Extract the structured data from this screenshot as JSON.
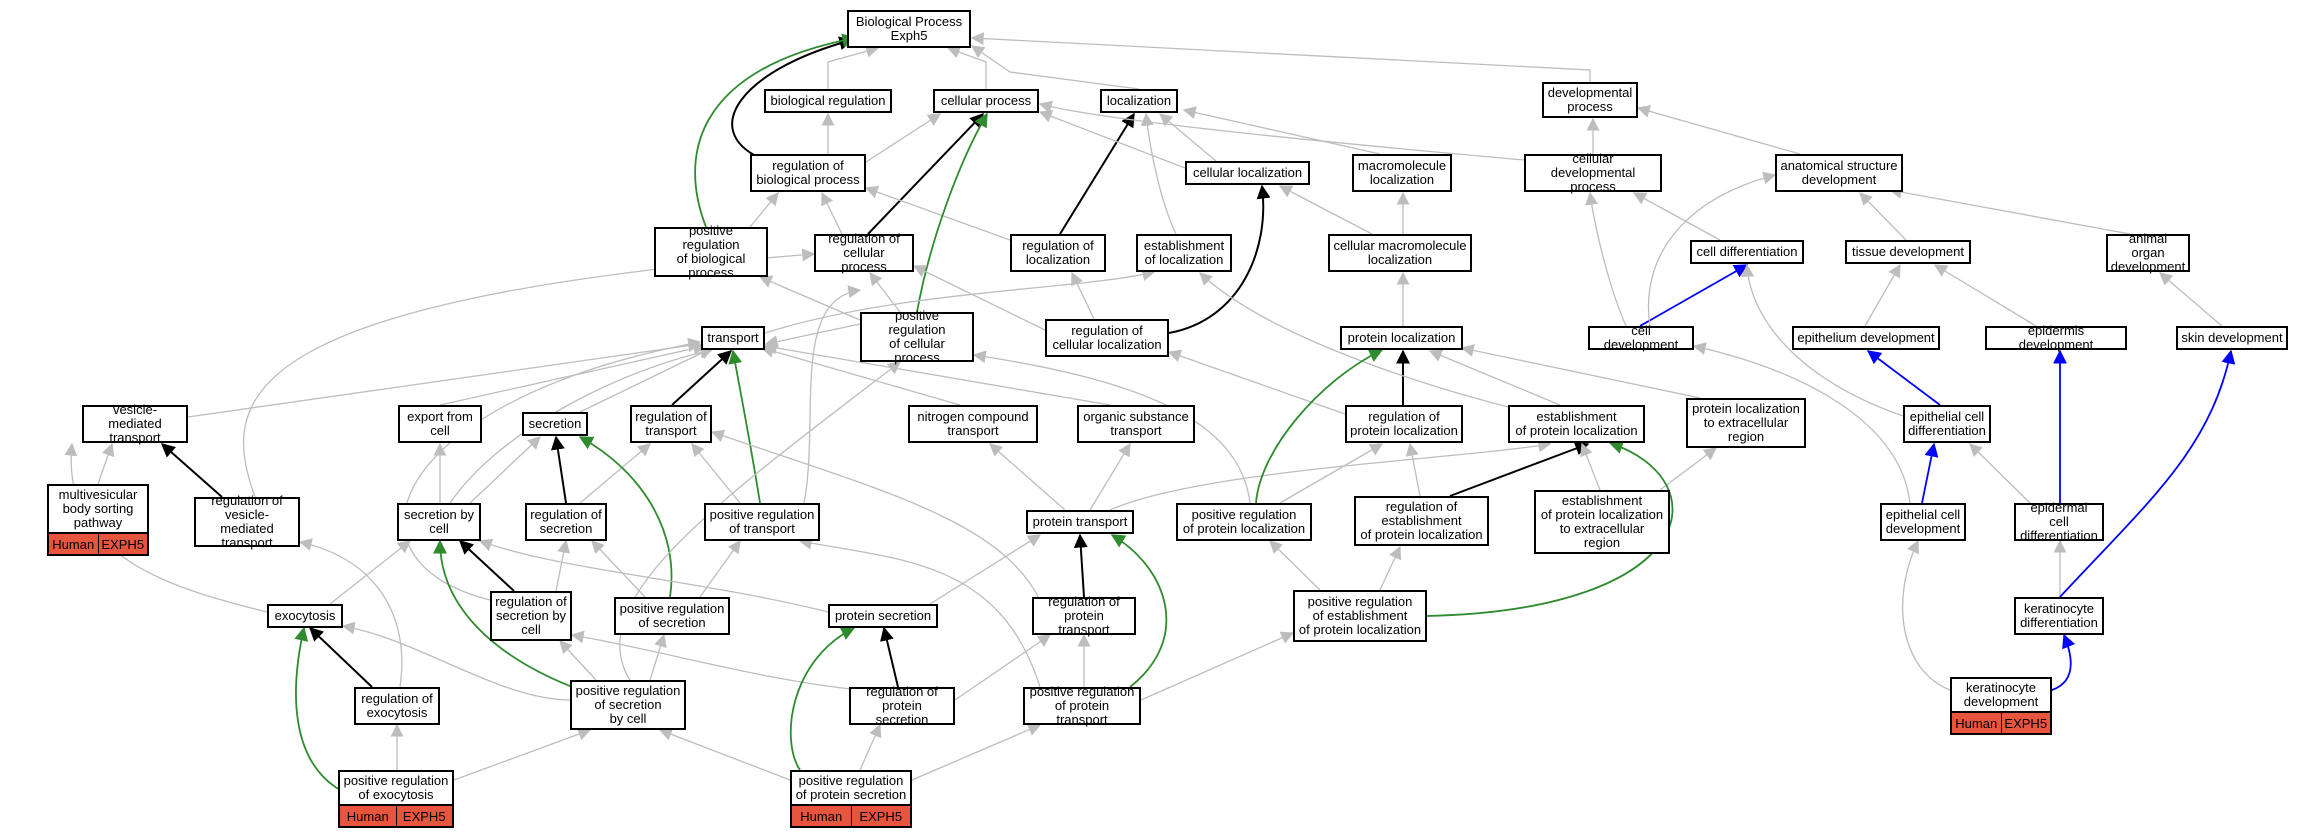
{
  "colors": {
    "gray": "#bdbdbd",
    "black": "#000000",
    "green": "#2e8b2e",
    "blue": "#0000ff",
    "tag": "#e8553f"
  },
  "nodes": {
    "bp": "Biological Process\nExph5",
    "bioreg": "biological regulation",
    "cellproc": "cellular process",
    "loc": "localization",
    "devproc": "developmental\nprocess",
    "regbio": "regulation of\nbiological process",
    "cellloc": "cellular localization",
    "macroloc": "macromolecule\nlocalization",
    "celldevproc": "cellular developmental\nprocess",
    "anatdev": "anatomical structure\ndevelopment",
    "posregbio": "positive regulation\nof biological\nprocess",
    "regcell": "regulation of\ncellular process",
    "regloc": "regulation of\nlocalization",
    "estloc": "establishment\nof localization",
    "cellmacroloc": "cellular macromolecule\nlocalization",
    "celldiff": "cell differentiation",
    "tissuedev": "tissue development",
    "organdev": "animal organ\ndevelopment",
    "transport": "transport",
    "posregcell": "positive regulation\nof cellular\nprocess",
    "regcellloc": "regulation of\ncellular localization",
    "protloc": "protein localization",
    "celldev": "cell development",
    "epithdev": "epithelium development",
    "epiddev": "epidermis development",
    "skindev": "skin development",
    "vesicle": "vesicle-mediated\ntransport",
    "export": "export from\ncell",
    "secretion": "secretion",
    "regtransport": "regulation of\ntransport",
    "nitrogen": "nitrogen compound\ntransport",
    "organic": "organic substance\ntransport",
    "regprotloc": "regulation of\nprotein localization",
    "estprotloc": "establishment\nof protein localization",
    "protlocextra": "protein localization\nto extracellular\nregion",
    "epithcelldiff": "epithelial cell\ndifferentiation",
    "mvb": "multivesicular\nbody sorting\npathway",
    "regvesicle": "regulation of\nvesicle-mediated\ntransport",
    "secbycell": "secretion by\ncell",
    "regsecretion": "regulation of\nsecretion",
    "posregtransport": "positive regulation\nof transport",
    "prottransport": "protein transport",
    "posregprotloc": "positive regulation\nof protein localization",
    "regestprotloc": "regulation of\nestablishment\nof protein localization",
    "estprotlocextra": "establishment\nof protein localization\nto extracellular\nregion",
    "epithcelldev": "epithelial cell\ndevelopment",
    "epidcelldiff": "epidermal cell\ndifferentiation",
    "exocytosis": "exocytosis",
    "regsecbycell": "regulation of\nsecretion by\ncell",
    "posregsecretion": "positive regulation\nof secretion",
    "protsecretion": "protein secretion",
    "regprottransport": "regulation of\nprotein transport",
    "posregestprotloc": "positive regulation\nof establishment\nof protein localization",
    "keratdiff": "keratinocyte\ndifferentiation",
    "regexocytosis": "regulation of\nexocytosis",
    "posregsecbycell": "positive regulation\nof secretion\nby cell",
    "regprotsecretion": "regulation of\nprotein secretion",
    "posregprottransport": "positive regulation\nof protein transport",
    "keratdev": "keratinocyte\ndevelopment",
    "posregexo": "positive regulation\nof exocytosis",
    "posregprotsec": "positive regulation\nof protein secretion"
  },
  "tags": {
    "species": "Human",
    "gene": "EXPH5"
  }
}
